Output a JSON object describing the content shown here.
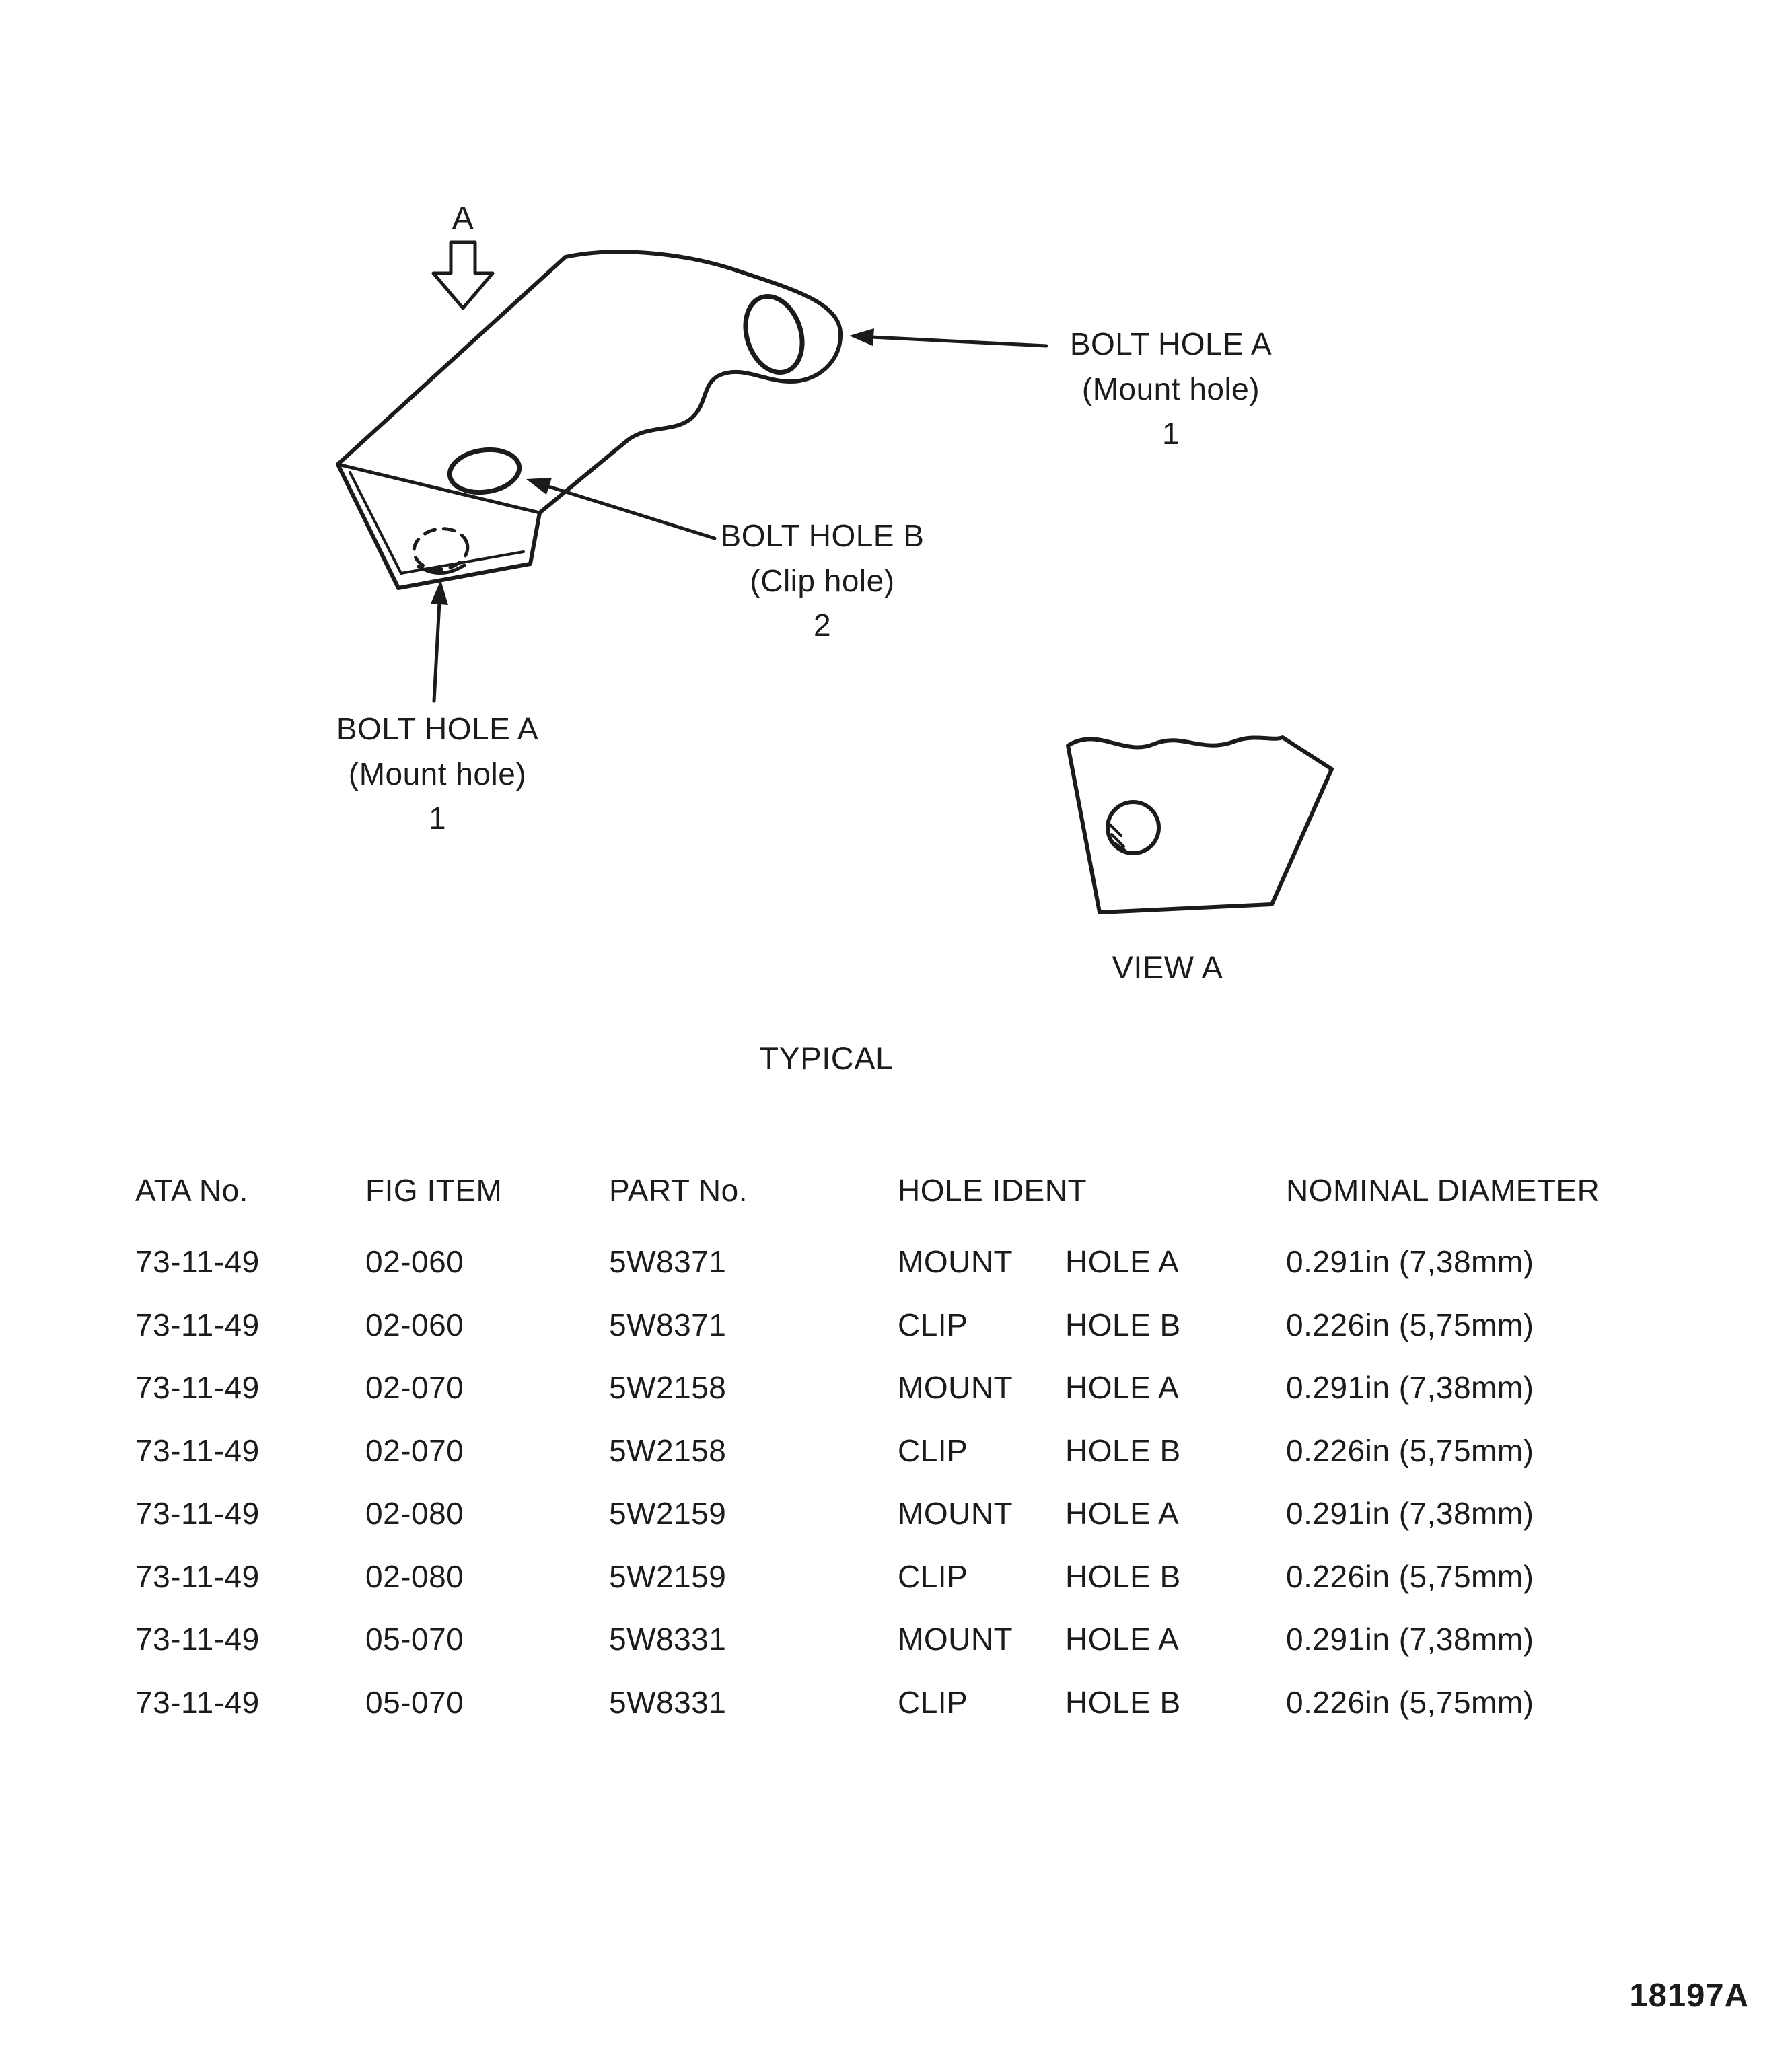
{
  "figure": {
    "view_label": "A",
    "callouts": {
      "bolt_hole_a_top": [
        "BOLT HOLE A",
        "(Mount hole)",
        "1"
      ],
      "bolt_hole_b": [
        "BOLT HOLE B",
        "(Clip hole)",
        "2"
      ],
      "bolt_hole_a_bottom": [
        "BOLT HOLE A",
        "(Mount hole)",
        "1"
      ]
    },
    "view_a_caption": "VIEW A",
    "typical_caption": "TYPICAL"
  },
  "table": {
    "headers": {
      "ata": "ATA No.",
      "fig": "FIG ITEM",
      "part": "PART No.",
      "hole": "HOLE IDENT",
      "diameter": "NOMINAL DIAMETER"
    },
    "rows": [
      {
        "ata": "73-11-49",
        "fig": "02-060",
        "part": "5W8371",
        "hole_type": "MOUNT",
        "hole_id": "HOLE A",
        "diameter": "0.291in (7,38mm)"
      },
      {
        "ata": "73-11-49",
        "fig": "02-060",
        "part": "5W8371",
        "hole_type": "CLIP",
        "hole_id": "HOLE B",
        "diameter": "0.226in (5,75mm)"
      },
      {
        "ata": "73-11-49",
        "fig": "02-070",
        "part": "5W2158",
        "hole_type": "MOUNT",
        "hole_id": "HOLE A",
        "diameter": "0.291in (7,38mm)"
      },
      {
        "ata": "73-11-49",
        "fig": "02-070",
        "part": "5W2158",
        "hole_type": "CLIP",
        "hole_id": "HOLE B",
        "diameter": "0.226in (5,75mm)"
      },
      {
        "ata": "73-11-49",
        "fig": "02-080",
        "part": "5W2159",
        "hole_type": "MOUNT",
        "hole_id": "HOLE A",
        "diameter": "0.291in (7,38mm)"
      },
      {
        "ata": "73-11-49",
        "fig": "02-080",
        "part": "5W2159",
        "hole_type": "CLIP",
        "hole_id": "HOLE B",
        "diameter": "0.226in (5,75mm)"
      },
      {
        "ata": "73-11-49",
        "fig": "05-070",
        "part": "5W8331",
        "hole_type": "MOUNT",
        "hole_id": "HOLE A",
        "diameter": "0.291in (7,38mm)"
      },
      {
        "ata": "73-11-49",
        "fig": "05-070",
        "part": "5W8331",
        "hole_type": "CLIP",
        "hole_id": "HOLE B",
        "diameter": "0.226in (5,75mm)"
      }
    ]
  },
  "footer": {
    "figure_number": "18197A"
  },
  "colors": {
    "ink": "#1b1b1b",
    "paper": "#ffffff"
  }
}
